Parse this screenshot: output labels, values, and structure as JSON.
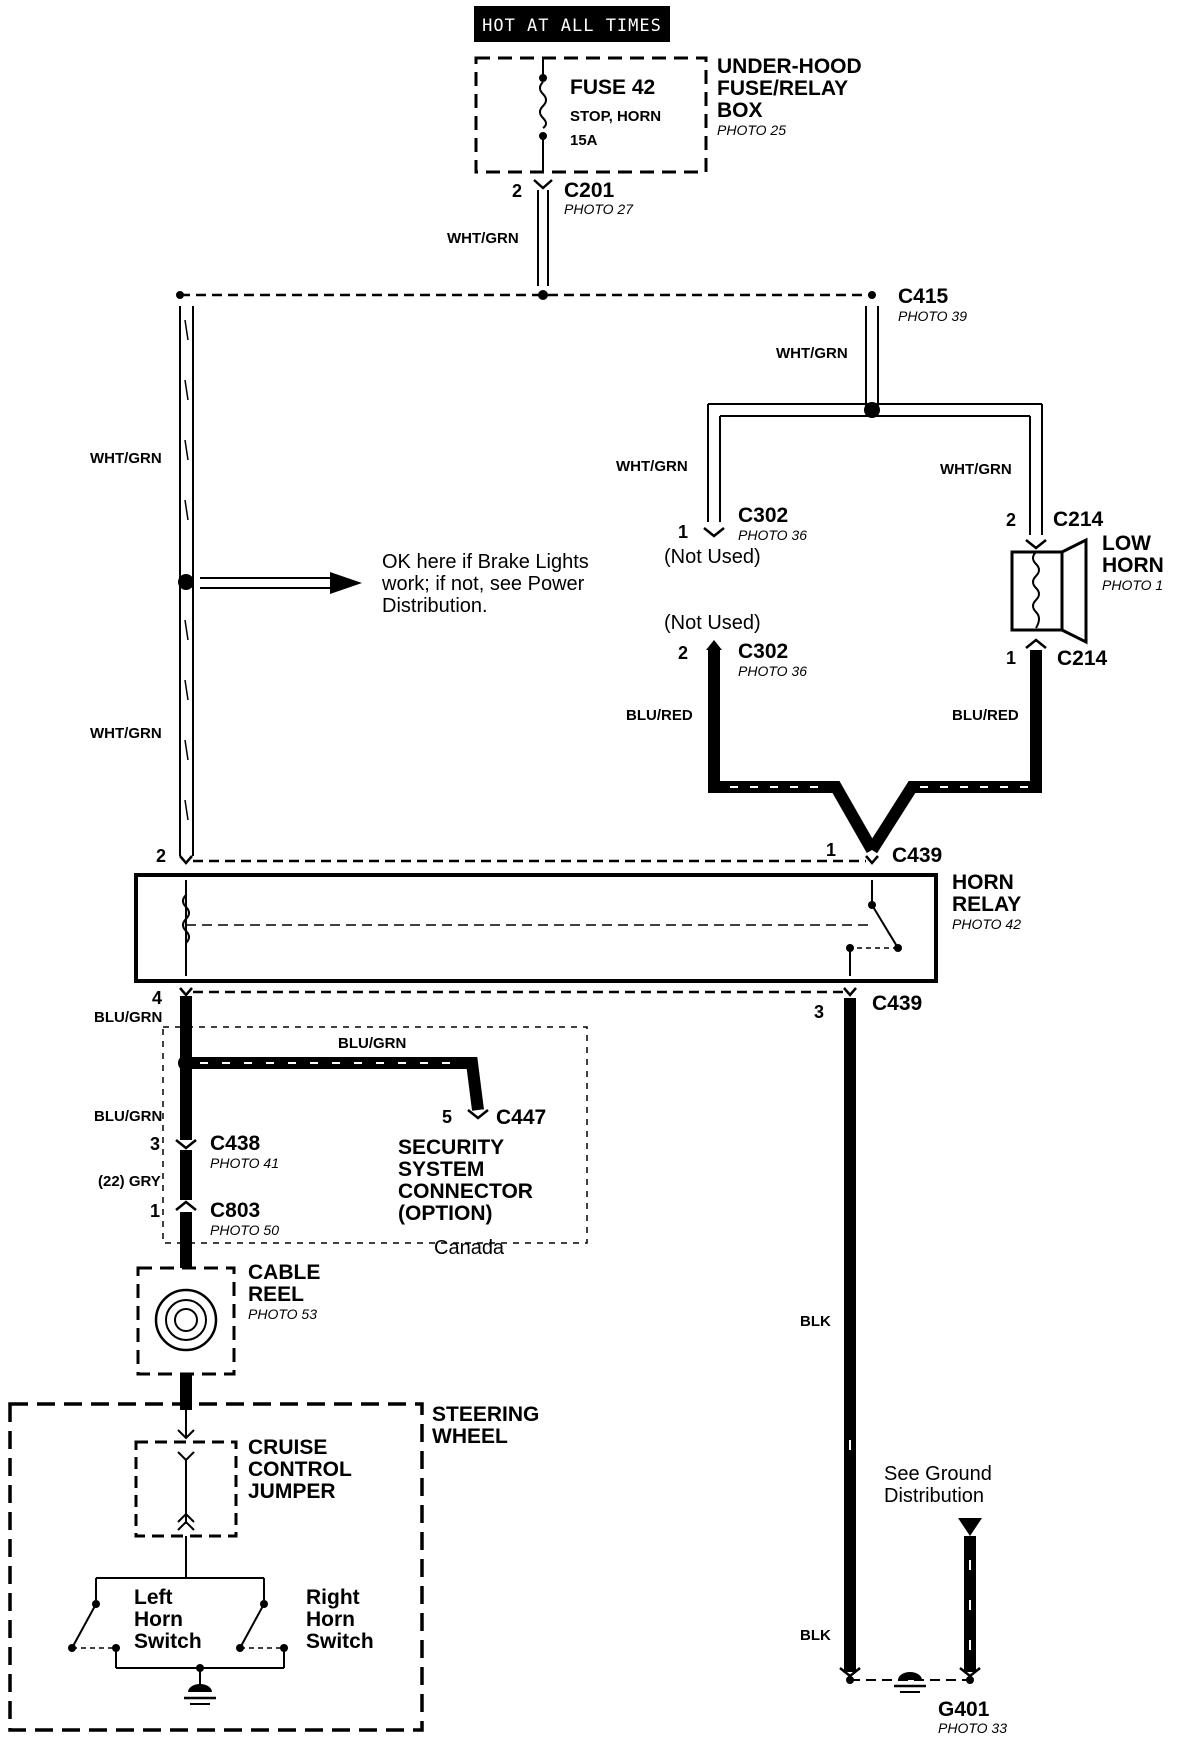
{
  "banner": "HOT AT ALL TIMES",
  "fuse_box": {
    "fuse": "FUSE 42",
    "circuit": "STOP, HORN",
    "rating": "15A",
    "name_lines": [
      "UNDER-HOOD",
      "FUSE/RELAY",
      "BOX"
    ],
    "photo": "PHOTO 25"
  },
  "connectors": {
    "c201": {
      "name": "C201",
      "photo": "PHOTO 27",
      "pin": "2"
    },
    "c415": {
      "name": "C415",
      "photo": "PHOTO 39"
    },
    "c302_top": {
      "name": "C302",
      "photo": "PHOTO 36",
      "pin": "1",
      "status": "(Not Used)"
    },
    "c302_bottom": {
      "name": "C302",
      "photo": "PHOTO 36",
      "pin": "2",
      "status": "(Not Used)"
    },
    "c214_top": {
      "name": "C214",
      "pin": "2"
    },
    "c214_bottom": {
      "name": "C214",
      "pin": "1"
    },
    "c439_top": {
      "name": "C439",
      "pin_left": "2",
      "pin_right": "1"
    },
    "c439_bottom": {
      "name": "C439",
      "pin_left": "4",
      "pin_right": "3"
    },
    "c447": {
      "name": "C447",
      "pin": "5"
    },
    "c438": {
      "name": "C438",
      "photo": "PHOTO 41",
      "pin": "3"
    },
    "c803": {
      "name": "C803",
      "photo": "PHOTO 50",
      "pin": "1"
    }
  },
  "wires": {
    "wht_grn": "WHT/GRN",
    "blu_red": "BLU/RED",
    "blu_grn": "BLU/GRN",
    "gry": "(22) GRY",
    "blk": "BLK"
  },
  "components": {
    "low_horn": {
      "lines": [
        "LOW",
        "HORN"
      ],
      "photo": "PHOTO 1"
    },
    "horn_relay": {
      "lines": [
        "HORN",
        "RELAY"
      ],
      "photo": "PHOTO 42"
    },
    "security": {
      "lines": [
        "SECURITY",
        "SYSTEM",
        "CONNECTOR",
        "(OPTION)"
      ],
      "region": "Canada"
    },
    "cable_reel": {
      "lines": [
        "CABLE",
        "REEL"
      ],
      "photo": "PHOTO 53"
    },
    "steering_wheel": {
      "lines": [
        "STEERING",
        "WHEEL"
      ]
    },
    "cruise_jumper": {
      "lines": [
        "CRUISE",
        "CONTROL",
        "JUMPER"
      ]
    },
    "left_switch": {
      "lines": [
        "Left",
        "Horn",
        "Switch"
      ]
    },
    "right_switch": {
      "lines": [
        "Right",
        "Horn",
        "Switch"
      ]
    },
    "ground": {
      "name": "G401",
      "photo": "PHOTO 33"
    }
  },
  "notes": {
    "brake_lines": [
      "OK here if Brake Lights",
      "work; if not, see Power",
      "Distribution."
    ],
    "ground_lines": [
      "See Ground",
      "Distribution"
    ]
  }
}
